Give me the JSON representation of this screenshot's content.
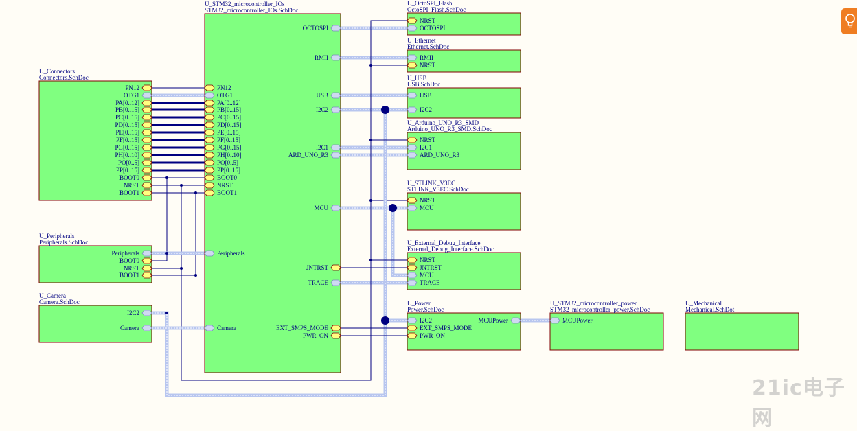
{
  "sheets": [
    {
      "id": "stm",
      "designator": "U_STM32_microcontroller_IOs",
      "file": "STM32_microcontroller_IOs.SchDoc",
      "ports": [
        "OCTOSPI",
        "RMII",
        "USB",
        "I2C2",
        "I2C1",
        "ARD_UNO_R3",
        "MCU",
        "JNTRST",
        "TRACE",
        "EXT_SMPS_MODE",
        "PWR_ON",
        "PN12",
        "OTG1",
        "PA[0..12]",
        "PB[0..15]",
        "PC[0..15]",
        "PD[0..15]",
        "PE[0..15]",
        "PF[0..15]",
        "PG[0..15]",
        "PH[0..10]",
        "PO[0..5]",
        "PP[0..15]",
        "BOOT0",
        "NRST",
        "BOOT1",
        "Peripherals",
        "Camera"
      ]
    },
    {
      "id": "conn",
      "designator": "U_Connectors",
      "file": "Connectors.SchDoc",
      "ports": [
        "PN12",
        "OTG1",
        "PA[0..12]",
        "PB[0..15]",
        "PC[0..15]",
        "PD[0..15]",
        "PE[0..15]",
        "PF[0..15]",
        "PG[0..15]",
        "PH[0..10]",
        "PO[0..5]",
        "PP[0..15]",
        "BOOT0",
        "NRST",
        "BOOT1"
      ]
    },
    {
      "id": "periph",
      "designator": "U_Peripherals",
      "file": "Peripherals.SchDoc",
      "ports": [
        "Peripherals",
        "BOOT0",
        "NRST",
        "BOOT1"
      ]
    },
    {
      "id": "cam",
      "designator": "U_Camera",
      "file": "Camera.SchDoc",
      "ports": [
        "I2C2",
        "Camera"
      ]
    },
    {
      "id": "octo",
      "designator": "U_OctoSPI_Flash",
      "file": "OctoSPI_Flash.SchDoc",
      "ports": [
        "NRST",
        "OCTOSPI"
      ]
    },
    {
      "id": "eth",
      "designator": "U_Ethernet",
      "file": "Ethernet.SchDoc",
      "ports": [
        "RMII",
        "NRST"
      ]
    },
    {
      "id": "usb",
      "designator": "U_USB",
      "file": "USB.SchDoc",
      "ports": [
        "USB",
        "I2C2"
      ]
    },
    {
      "id": "ard",
      "designator": "U_Arduino_UNO_R3_SMD",
      "file": "Arduino_UNO_R3_SMD.SchDoc",
      "ports": [
        "NRST",
        "I2C1",
        "ARD_UNO_R3"
      ]
    },
    {
      "id": "stl",
      "designator": "U_STLINK_V3EC",
      "file": "STLINK_V3EC.SchDoc",
      "ports": [
        "NRST",
        "MCU"
      ]
    },
    {
      "id": "dbg",
      "designator": "U_External_Debug_Interface",
      "file": "External_Debug_Interface.SchDoc",
      "ports": [
        "NRST",
        "JNTRST",
        "MCU",
        "TRACE"
      ]
    },
    {
      "id": "pwr",
      "designator": "U_Power",
      "file": "Power.SchDoc",
      "ports": [
        "I2C2",
        "EXT_SMPS_MODE",
        "PWR_ON",
        "MCUPower"
      ]
    },
    {
      "id": "stmp",
      "designator": "U_STM32_microcontroller_power",
      "file": "STM32_microcontroller_power.SchDoc",
      "ports": [
        "MCUPower"
      ]
    },
    {
      "id": "mech",
      "designator": "U_Mechanical",
      "file": "Mechanical.SchDot",
      "ports": []
    }
  ],
  "watermark": "21ic电子网",
  "colors": {
    "sheet_fill": "#80ff80",
    "sheet_border": "#800000",
    "wire": "#000080",
    "bus": "#b8c6ef",
    "port": "#ffff80",
    "accent": "#ef7d22"
  },
  "icons": {
    "corner": "lightbulb-icon"
  }
}
